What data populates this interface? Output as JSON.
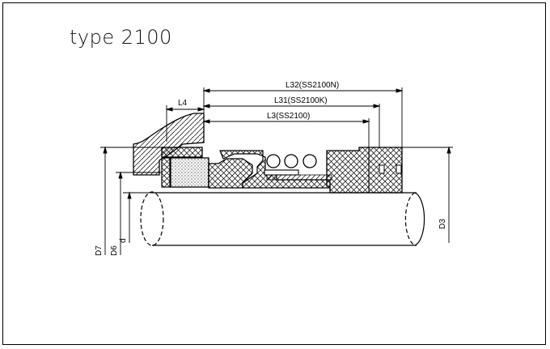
{
  "title": "type 2100",
  "dimensions": {
    "l32": "L32(SS2100N)",
    "l31": "L31(SS2100K)",
    "l3": "L3(SS2100)",
    "l4": "L4",
    "d7": "D7",
    "d6": "D6",
    "d": "d",
    "d3": "D3"
  },
  "colors": {
    "line": "#000000",
    "background": "#ffffff"
  }
}
